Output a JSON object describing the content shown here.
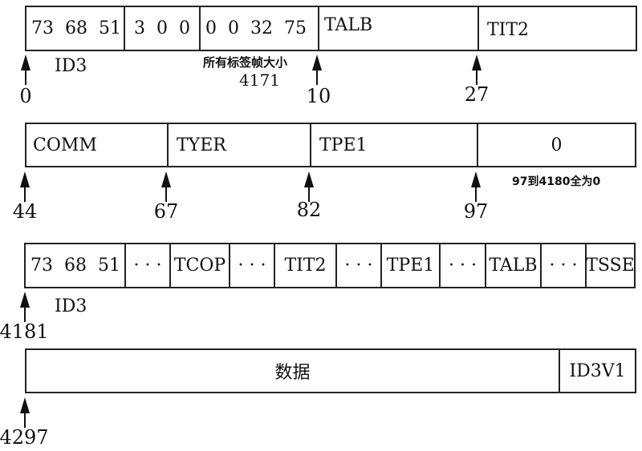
{
  "row1": {
    "cells": [
      "73  68  51",
      "3  0  0",
      "0  0  32  75",
      "TALB",
      "TIT2"
    ],
    "id3_label": "ID3",
    "size_label": "所有标签帧大小",
    "size_value": "4171",
    "offsets": [
      "0",
      "10",
      "27"
    ]
  },
  "row2": {
    "cells": [
      "COMM",
      "TYER",
      "TPE1",
      "0"
    ],
    "zero_note": "97到4180全为0",
    "offsets": [
      "44",
      "67",
      "82",
      "97"
    ]
  },
  "row3": {
    "cells": [
      "73  68  51",
      "· · ·",
      "TCOP",
      "· · ·",
      "TIT2",
      "· · ·",
      "TPE1",
      "· · ·",
      "TALB",
      "· · ·",
      "TSSE"
    ],
    "id3_label": "ID3",
    "offsets": [
      "4181"
    ]
  },
  "row4": {
    "cells": [
      "数据",
      "ID3V1"
    ],
    "offsets": [
      "4297"
    ]
  }
}
